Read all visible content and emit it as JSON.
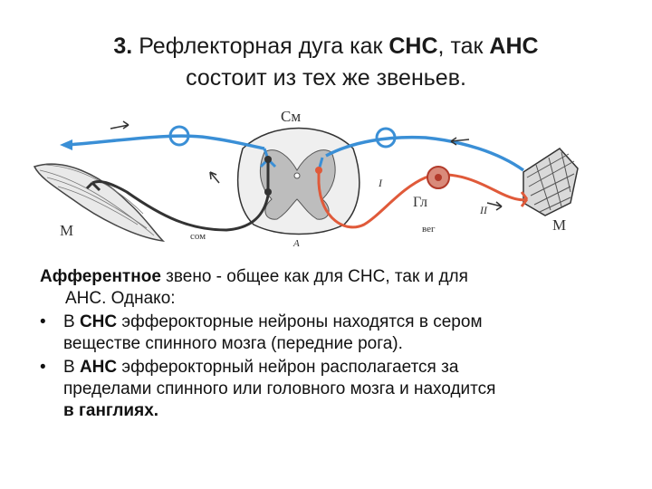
{
  "title": {
    "number": "3.",
    "part1": " Рефлекторная дуга как ",
    "cns": "СНС",
    "part2": ", так ",
    "ans": "АНС",
    "line2": "состоит из тех же звеньев."
  },
  "diagram": {
    "labels": {
      "spinal_cord": "См",
      "muscle_left": "М",
      "muscle_right": "М",
      "somatic": "сом",
      "vegetative": "вег",
      "ganglion": "Гл",
      "roman_one": "I",
      "roman_two": "II",
      "letter_a": "А"
    },
    "colors": {
      "afferent": "#3a8fd6",
      "somatic_efferent": "#333333",
      "autonomic_efferent": "#e05a3a",
      "gray_matter": "#bdbdbd"
    }
  },
  "body": {
    "p1_bold": "Афферентное",
    "p1_rest": " звено -  общее как для СНС, так и для",
    "p1_line2": "АНС. Однако:",
    "b1_pre": "В ",
    "b1_bold": "СНС",
    "b1_rest": " эфферокторные нейроны находятся в сером",
    "b1_line2": "веществе спинного мозга (передние рога).",
    "b2_pre": "В ",
    "b2_bold": "АНС",
    "b2_rest": " эфферокторный нейрон располагается за",
    "b2_line2": "пределами спинного или головного мозга и находится",
    "b2_line3_bold": "в ганглиях.",
    "bullet_char": "•"
  }
}
